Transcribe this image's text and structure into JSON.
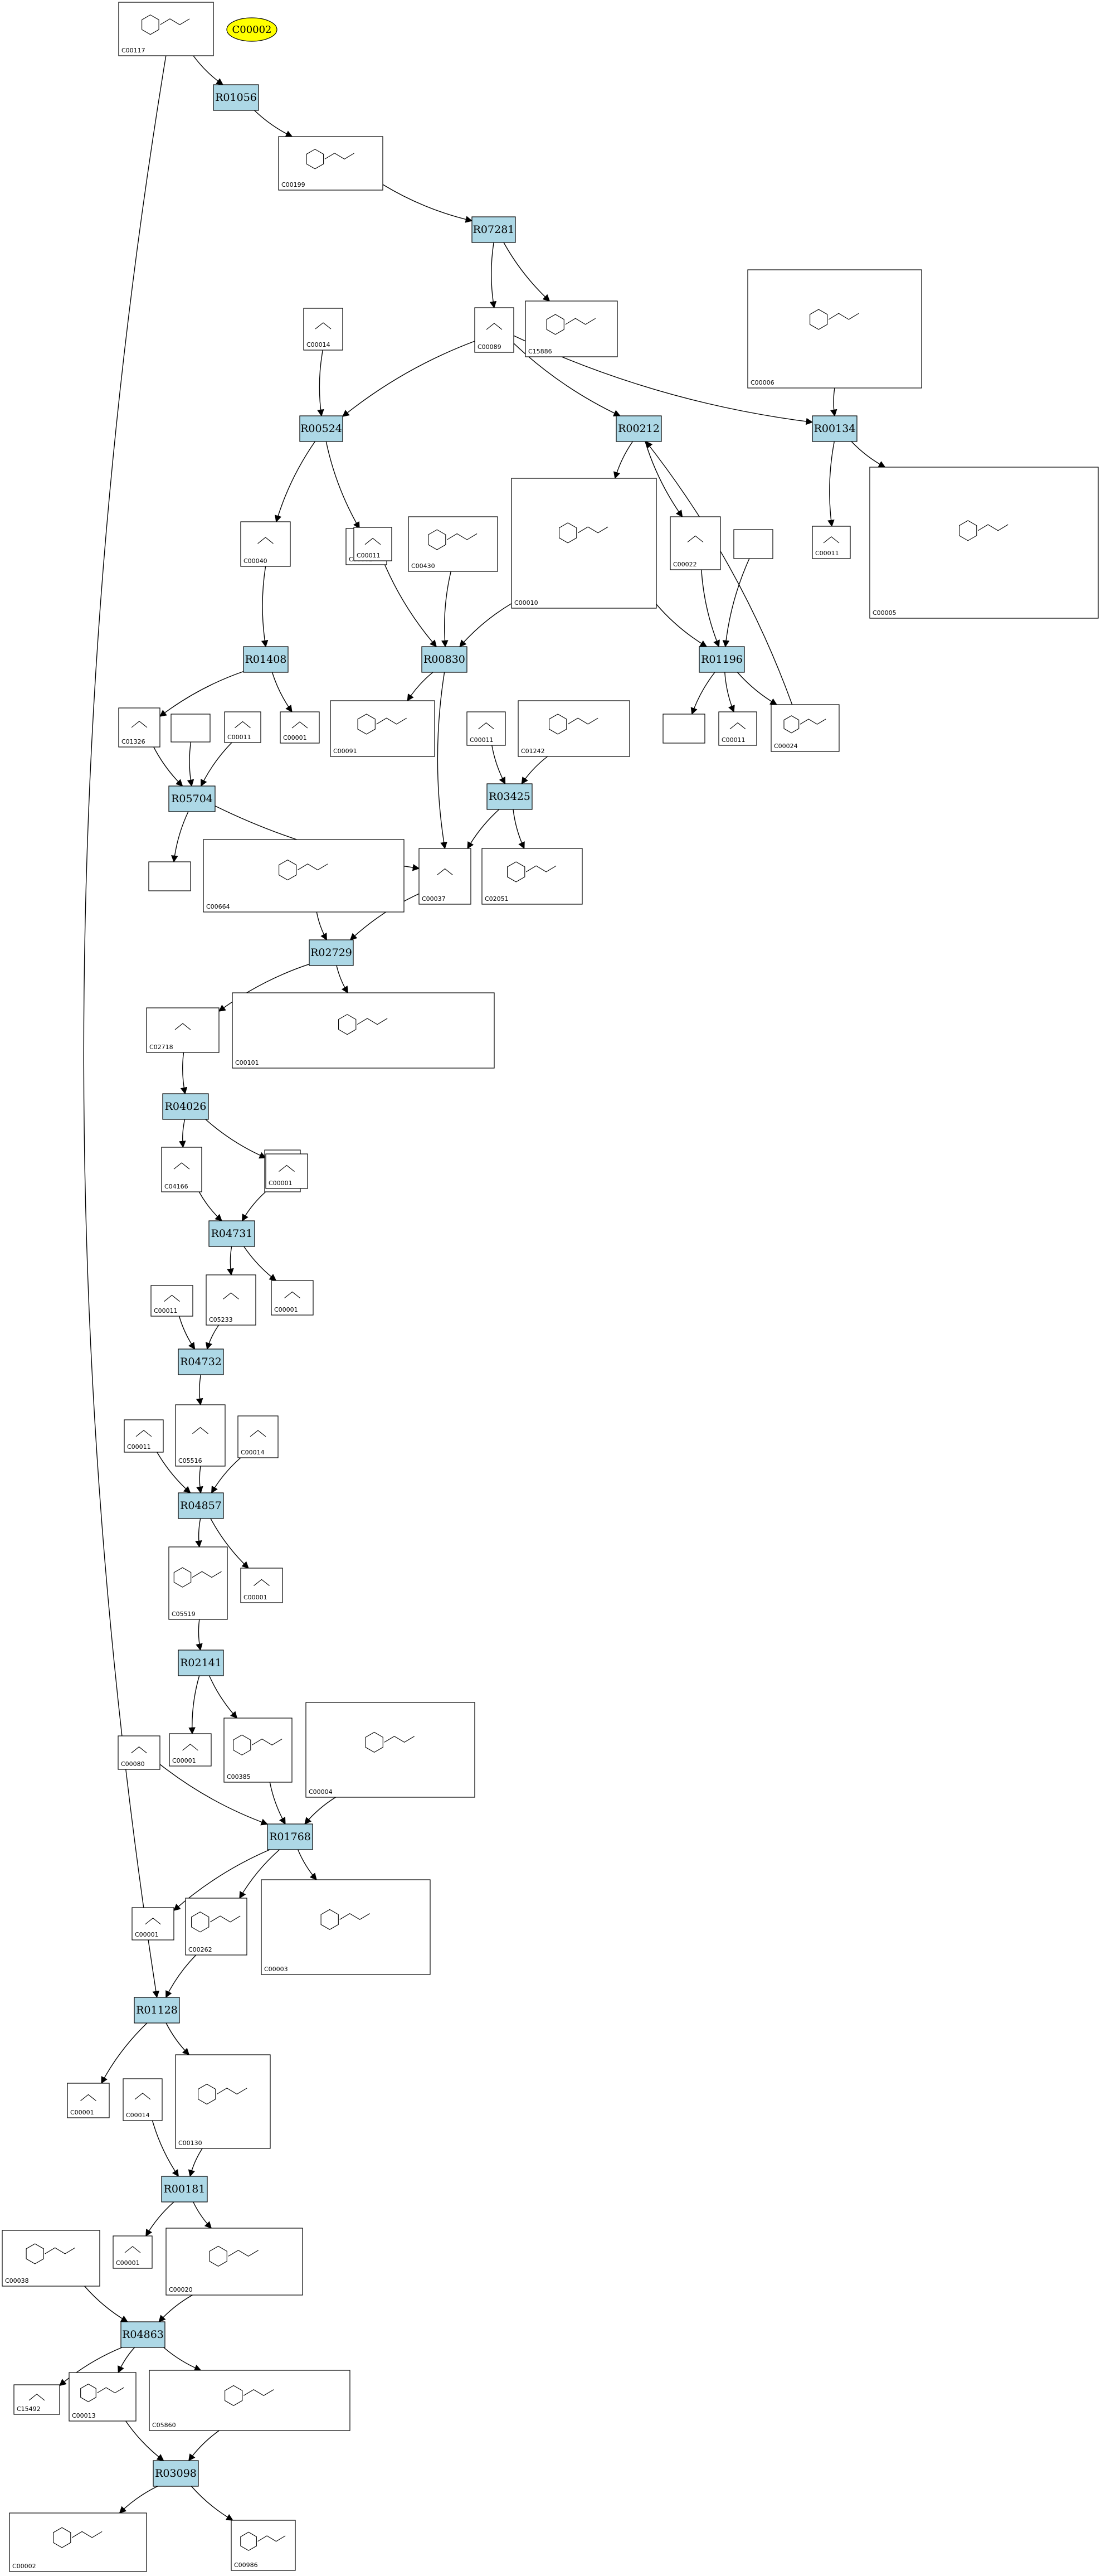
{
  "goal": "C00002",
  "compounds": [
    {
      "key": "C00117",
      "id": "C00117"
    },
    {
      "key": "C00199",
      "id": "C00199"
    },
    {
      "key": "C00089",
      "id": "C00089"
    },
    {
      "key": "C15886",
      "id": "C15886"
    },
    {
      "key": "C00006",
      "id": "C00006"
    },
    {
      "key": "C00014a",
      "id": "C00014"
    },
    {
      "key": "C00040",
      "id": "C00040"
    },
    {
      "key": "C00001a",
      "id": "C00001"
    },
    {
      "key": "C00011a",
      "id": "C00011"
    },
    {
      "key": "C00430",
      "id": "C00430"
    },
    {
      "key": "C00010",
      "id": "C00010"
    },
    {
      "key": "C00022",
      "id": "C00022"
    },
    {
      "key": "blank1",
      "id": ""
    },
    {
      "key": "C00011b",
      "id": "C00011"
    },
    {
      "key": "C00005",
      "id": "C00005"
    },
    {
      "key": "C01326",
      "id": "C01326"
    },
    {
      "key": "blank2",
      "id": ""
    },
    {
      "key": "C00011c",
      "id": "C00011"
    },
    {
      "key": "C00001b",
      "id": "C00001"
    },
    {
      "key": "C00091",
      "id": "C00091"
    },
    {
      "key": "C00011d",
      "id": "C00011"
    },
    {
      "key": "C01242",
      "id": "C01242"
    },
    {
      "key": "blank3",
      "id": ""
    },
    {
      "key": "C00011e",
      "id": "C00011"
    },
    {
      "key": "C00024",
      "id": "C00024"
    },
    {
      "key": "blank4",
      "id": ""
    },
    {
      "key": "C00664",
      "id": "C00664"
    },
    {
      "key": "C00037",
      "id": "C00037"
    },
    {
      "key": "C02051",
      "id": "C02051"
    },
    {
      "key": "C02718",
      "id": "C02718"
    },
    {
      "key": "C00101",
      "id": "C00101"
    },
    {
      "key": "C04166",
      "id": "C04166"
    },
    {
      "key": "C00014b",
      "id": "C00014"
    },
    {
      "key": "C00001c",
      "id": "C00001"
    },
    {
      "key": "C00011f",
      "id": "C00011"
    },
    {
      "key": "C05233",
      "id": "C05233"
    },
    {
      "key": "C00001d",
      "id": "C00001"
    },
    {
      "key": "C00011g",
      "id": "C00011"
    },
    {
      "key": "C05516",
      "id": "C05516"
    },
    {
      "key": "C00014c",
      "id": "C00014"
    },
    {
      "key": "C05519",
      "id": "C05519"
    },
    {
      "key": "C00001e",
      "id": "C00001"
    },
    {
      "key": "C00080",
      "id": "C00080"
    },
    {
      "key": "C00001f",
      "id": "C00001"
    },
    {
      "key": "C00385",
      "id": "C00385"
    },
    {
      "key": "C00004",
      "id": "C00004"
    },
    {
      "key": "C00001g",
      "id": "C00001"
    },
    {
      "key": "C00262",
      "id": "C00262"
    },
    {
      "key": "C00003",
      "id": "C00003"
    },
    {
      "key": "C00001h",
      "id": "C00001"
    },
    {
      "key": "C00014d",
      "id": "C00014"
    },
    {
      "key": "C00130",
      "id": "C00130"
    },
    {
      "key": "C00001i",
      "id": "C00001"
    },
    {
      "key": "C00020",
      "id": "C00020"
    },
    {
      "key": "C00038",
      "id": "C00038"
    },
    {
      "key": "C15492",
      "id": "C15492"
    },
    {
      "key": "C00013",
      "id": "C00013"
    },
    {
      "key": "C05860",
      "id": "C05860"
    },
    {
      "key": "C00002b",
      "id": "C00002"
    },
    {
      "key": "C00986",
      "id": "C00986"
    }
  ],
  "reactions": [
    {
      "key": "R01056",
      "label": "R01056"
    },
    {
      "key": "R07281",
      "label": "R07281"
    },
    {
      "key": "R00524",
      "label": "R00524"
    },
    {
      "key": "R00212",
      "label": "R00212"
    },
    {
      "key": "R00134",
      "label": "R00134"
    },
    {
      "key": "R01408",
      "label": "R01408"
    },
    {
      "key": "R00830",
      "label": "R00830"
    },
    {
      "key": "R01196",
      "label": "R01196"
    },
    {
      "key": "R05704",
      "label": "R05704"
    },
    {
      "key": "R03425",
      "label": "R03425"
    },
    {
      "key": "R02729",
      "label": "R02729"
    },
    {
      "key": "R04026",
      "label": "R04026"
    },
    {
      "key": "R04731",
      "label": "R04731"
    },
    {
      "key": "R04732",
      "label": "R04732"
    },
    {
      "key": "R04857",
      "label": "R04857"
    },
    {
      "key": "R02141",
      "label": "R02141"
    },
    {
      "key": "R01768",
      "label": "R01768"
    },
    {
      "key": "R01128",
      "label": "R01128"
    },
    {
      "key": "R00181",
      "label": "R00181"
    },
    {
      "key": "R04863",
      "label": "R04863"
    },
    {
      "key": "R03098",
      "label": "R03098"
    }
  ]
}
